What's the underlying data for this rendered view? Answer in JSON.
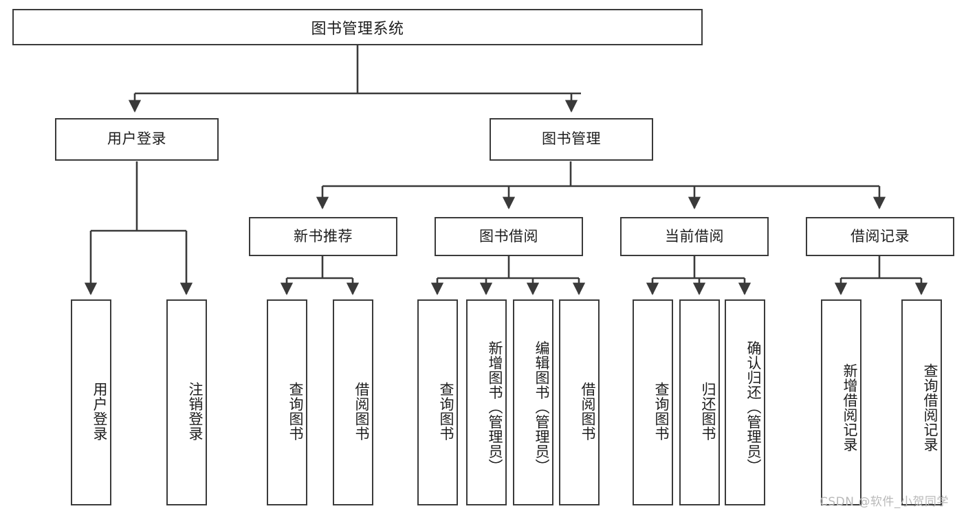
{
  "diagram": {
    "type": "hierarchy-tree",
    "title": "图书管理系统",
    "watermark": "CSDN @软件_小贺同学",
    "colors": {
      "border": "#3a3a3a",
      "text": "#1d1d1d",
      "background": "#ffffff",
      "watermark": "#b9b9b9"
    },
    "nodes": {
      "root": {
        "label": "图书管理系统"
      },
      "level2": [
        {
          "label": "用户登录"
        },
        {
          "label": "图书管理"
        }
      ],
      "level3": [
        {
          "label": "新书推荐"
        },
        {
          "label": "图书借阅"
        },
        {
          "label": "当前借阅"
        },
        {
          "label": "借阅记录"
        }
      ],
      "leaves": {
        "user_login": [
          {
            "label": "用户登录"
          },
          {
            "label": "注销登录"
          }
        ],
        "new_book": [
          {
            "label": "查询图书"
          },
          {
            "label": "借阅图书"
          }
        ],
        "book_borrow": [
          {
            "label": "查询图书"
          },
          {
            "label": "新增图书（管理员）"
          },
          {
            "label": "编辑图书（管理员）"
          },
          {
            "label": "借阅图书"
          }
        ],
        "current_borrow": [
          {
            "label": "查询图书"
          },
          {
            "label": "归还图书"
          },
          {
            "label": "确认归还（管理员）"
          }
        ],
        "borrow_record": [
          {
            "label": "新增借阅记录"
          },
          {
            "label": "查询借阅记录"
          }
        ]
      }
    }
  }
}
